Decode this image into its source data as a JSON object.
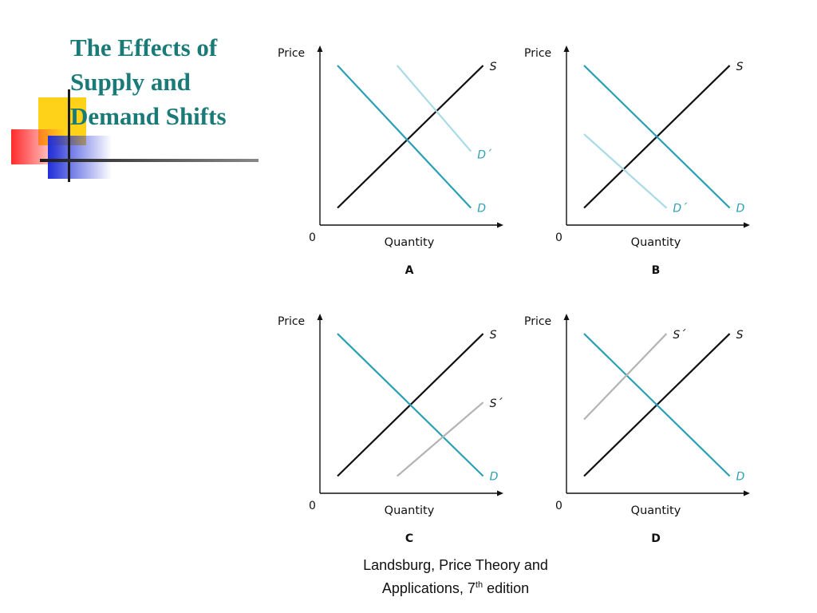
{
  "slide": {
    "title": "The Effects of Supply and Demand Shifts",
    "footer_line1": "Landsburg, Price Theory and",
    "footer_line2_prefix": "Applications, 7",
    "footer_line2_sup": "th",
    "footer_line2_suffix": " edition"
  },
  "colors": {
    "title": "#1a7a78",
    "demand": "#2aa0b4",
    "demand_shift": "#a8dbe6",
    "supply": "#111111",
    "supply_shift": "#b4b4b4",
    "label_demand": "#2aa0b4"
  },
  "chart_data": [
    {
      "type": "line",
      "panel_label": "A",
      "xlabel": "Quantity",
      "ylabel": "Price",
      "origin_label": "0",
      "grid": false,
      "series": [
        {
          "name": "S",
          "role": "supply",
          "x": [
            1,
            9.3
          ],
          "y": [
            1,
            9.3
          ]
        },
        {
          "name": "D",
          "role": "demand",
          "x": [
            1,
            8.6
          ],
          "y": [
            9.3,
            1
          ]
        },
        {
          "name": "D´",
          "role": "demand_shift",
          "x": [
            4.4,
            8.6
          ],
          "y": [
            9.3,
            4.3
          ]
        }
      ]
    },
    {
      "type": "line",
      "panel_label": "B",
      "xlabel": "Quantity",
      "ylabel": "Price",
      "origin_label": "0",
      "grid": false,
      "series": [
        {
          "name": "S",
          "role": "supply",
          "x": [
            1,
            9.3
          ],
          "y": [
            1,
            9.3
          ]
        },
        {
          "name": "D",
          "role": "demand",
          "x": [
            1,
            9.3
          ],
          "y": [
            9.3,
            1
          ]
        },
        {
          "name": "D´",
          "role": "demand_shift",
          "x": [
            1,
            5.7
          ],
          "y": [
            5.3,
            1
          ]
        }
      ]
    },
    {
      "type": "line",
      "panel_label": "C",
      "xlabel": "Quantity",
      "ylabel": "Price",
      "origin_label": "0",
      "grid": false,
      "series": [
        {
          "name": "S",
          "role": "supply",
          "x": [
            1,
            9.3
          ],
          "y": [
            1,
            9.3
          ]
        },
        {
          "name": "D",
          "role": "demand",
          "x": [
            1,
            9.3
          ],
          "y": [
            9.3,
            1
          ]
        },
        {
          "name": "S´",
          "role": "supply_shift",
          "x": [
            4.4,
            9.3
          ],
          "y": [
            1,
            5.3
          ]
        }
      ]
    },
    {
      "type": "line",
      "panel_label": "D",
      "xlabel": "Quantity",
      "ylabel": "Price",
      "origin_label": "0",
      "grid": false,
      "series": [
        {
          "name": "S",
          "role": "supply",
          "x": [
            1,
            9.3
          ],
          "y": [
            1,
            9.3
          ]
        },
        {
          "name": "D",
          "role": "demand",
          "x": [
            1,
            9.3
          ],
          "y": [
            9.3,
            1
          ]
        },
        {
          "name": "S´",
          "role": "supply_shift",
          "x": [
            1,
            5.7
          ],
          "y": [
            4.3,
            9.3
          ]
        }
      ]
    }
  ]
}
